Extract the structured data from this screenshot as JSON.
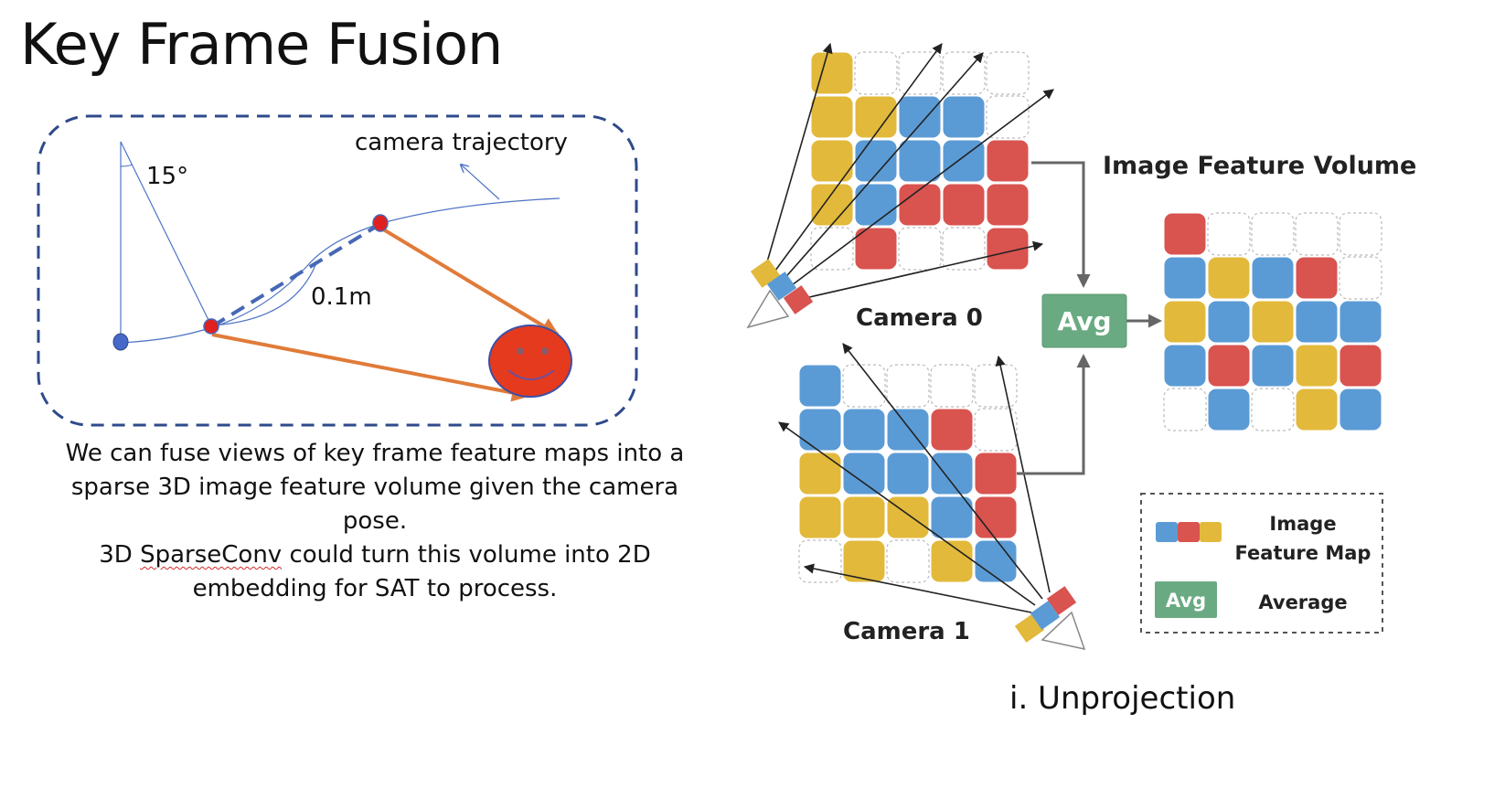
{
  "title": "Key Frame Fusion",
  "left_diagram": {
    "angle_label": "15°",
    "trajectory_label": "camera trajectory",
    "distance_label": "0.1m"
  },
  "description": {
    "line1": "We can fuse views of key frame feature maps into a",
    "line2": "sparse 3D image feature volume given the camera",
    "line3": "pose.",
    "line4_pre": "3D ",
    "line4_misspelled": "SparseConv",
    "line4_post": " could turn this volume into 2D",
    "line5": "embedding for SAT to process."
  },
  "right_diagram": {
    "camera0_label": "Camera 0",
    "camera1_label": "Camera 1",
    "volume_title": "Image Feature Volume",
    "avg_label": "Avg",
    "legend": {
      "feature_map_line1": "Image",
      "feature_map_line2": "Feature Map",
      "avg_label": "Avg",
      "average_label": "Average"
    },
    "colors": {
      "yellow": "#e2b93b",
      "blue": "#5b9bd5",
      "red": "#d9534f",
      "avg_green": "#6aaa82"
    }
  },
  "caption": "i. Unprojection"
}
